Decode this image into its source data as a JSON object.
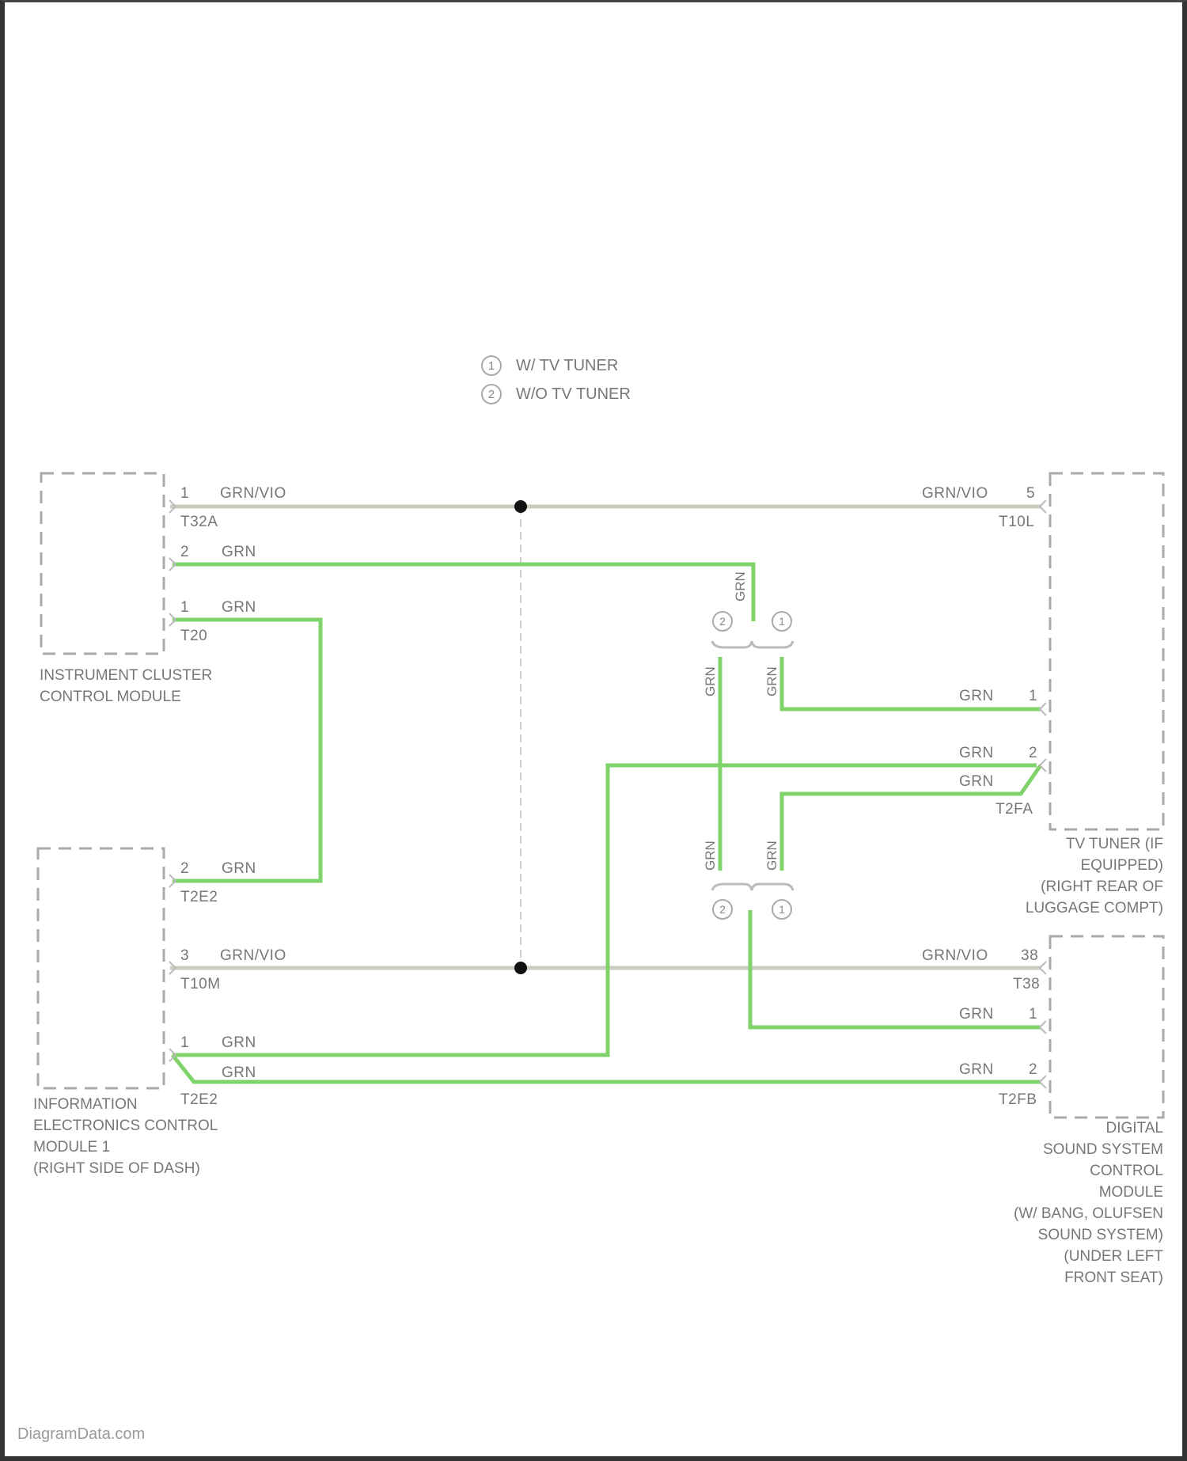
{
  "legend": [
    {
      "num": "1",
      "text": "W/ TV TUNER"
    },
    {
      "num": "2",
      "text": "W/O TV TUNER"
    }
  ],
  "modules": {
    "instrument_cluster": {
      "name": "INSTRUMENT CLUSTER\nCONTROL MODULE"
    },
    "info_electronics": {
      "name": "INFORMATION\nELECTRONICS CONTROL\nMODULE 1\n(RIGHT SIDE OF DASH)"
    },
    "tv_tuner": {
      "name": "TV TUNER (IF\nEQUIPPED)\n(RIGHT REAR OF\nLUGGAGE COMPT)"
    },
    "sound_module": {
      "name": "DIGITAL\nSOUND SYSTEM\nCONTROL\nMODULE\n(W/ BANG, OLUFSEN\nSOUND SYSTEM)\n(UNDER LEFT\nFRONT SEAT)"
    }
  },
  "wires": {
    "w1": {
      "color_label": "GRN/VIO",
      "pin_left": "1",
      "conn_left": "T32A",
      "color_label_right": "GRN/VIO",
      "pin_right": "5",
      "conn_right": "T10L"
    },
    "w2": {
      "color_label": "GRN",
      "pin_left": "2",
      "vert_label": "GRN"
    },
    "w3": {
      "color_label": "GRN",
      "pin_left": "1",
      "conn_left": "T20"
    },
    "w4": {
      "color_label": "GRN",
      "pin_right": "1"
    },
    "w5": {
      "color_label": "GRN",
      "pin_right": "2"
    },
    "w6": {
      "color_label": "GRN",
      "conn_right": "T2FA"
    },
    "w7": {
      "color_label": "GRN",
      "pin_left": "2",
      "conn_left": "T2E2"
    },
    "w8": {
      "color_label": "GRN/VIO",
      "pin_left": "3",
      "conn_left": "T10M",
      "color_label_right": "GRN/VIO",
      "pin_right": "38",
      "conn_right": "T38"
    },
    "w9": {
      "color_label": "GRN",
      "pin_right": "1"
    },
    "w10": {
      "color_label": "GRN",
      "pin_left": "1"
    },
    "w11": {
      "color_label": "GRN",
      "conn_left": "T2E2",
      "pin_right": "2",
      "conn_right": "T2FB"
    }
  },
  "splices": {
    "upper_left_num": "2",
    "upper_right_num": "1",
    "lower_left_num": "2",
    "lower_right_num": "1",
    "vert_labels": [
      "GRN",
      "GRN",
      "GRN",
      "GRN",
      "GRN"
    ]
  },
  "colors": {
    "wire_green": "#7fd36a",
    "wire_grnvio": "#c9cfc0",
    "dashed": "#aaaaaa",
    "text": "#777777"
  },
  "footer": {
    "text": "DiagramData.com"
  }
}
